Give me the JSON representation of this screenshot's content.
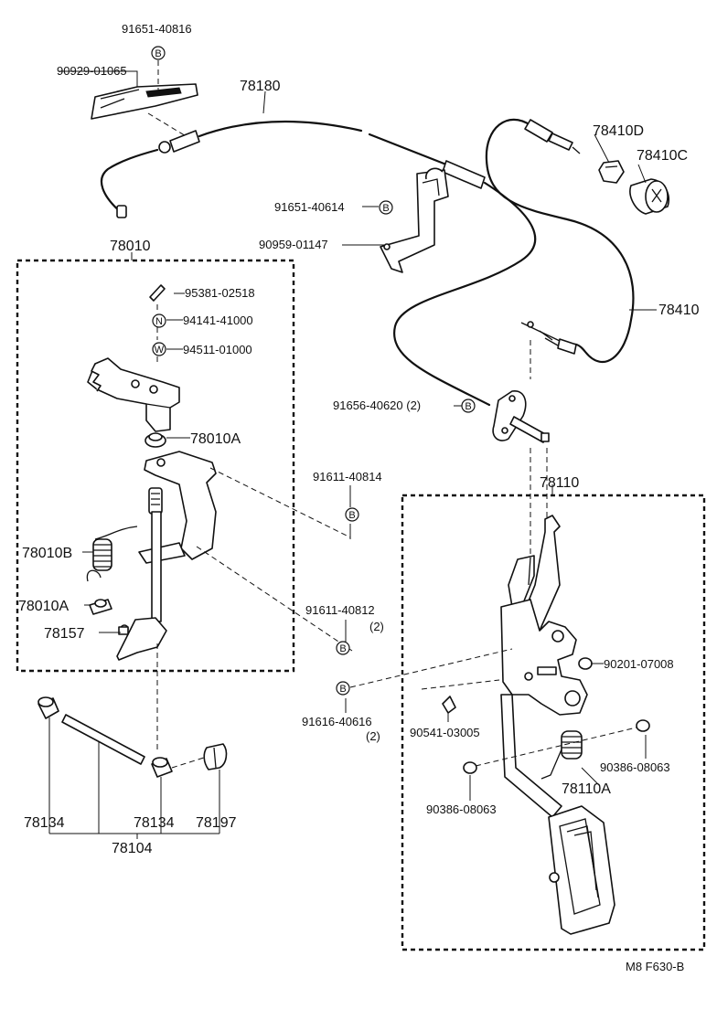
{
  "labels": {
    "l_91651_40816": "91651-40816",
    "l_90929_01065": "90929-01065",
    "l_78180": "78180",
    "l_78410d": "78410D",
    "l_78410c": "78410C",
    "l_91651_40614": "91651-40614",
    "l_90959_01147": "90959-01147",
    "l_78010": "78010",
    "l_78410": "78410",
    "l_95381_02518": "95381-02518",
    "l_94141_41000": "94141-41000",
    "l_94511_01000": "94511-01000",
    "l_91656_40620": "91656-40620 (2)",
    "l_78010a_top": "78010A",
    "l_91611_40814": "91611-40814",
    "l_78110": "78110",
    "l_78010b": "78010B",
    "l_78010a_bot": "78010A",
    "l_91611_40812": "91611-40812",
    "l_91611_40812_qty": "(2)",
    "l_78157": "78157",
    "l_90201_07008": "90201-07008",
    "l_91616_40616": "91616-40616",
    "l_91616_40616_qty": "(2)",
    "l_90541_03005": "90541-03005",
    "l_90386_08063_r": "90386-08063",
    "l_78110a": "78110A",
    "l_90386_08063_l": "90386-08063",
    "l_78134_l": "78134",
    "l_78134_r": "78134",
    "l_78197": "78197",
    "l_78104": "78104",
    "l_code": "M8  F630-B"
  },
  "markers": {
    "b": "B",
    "n": "N",
    "w": "W"
  }
}
